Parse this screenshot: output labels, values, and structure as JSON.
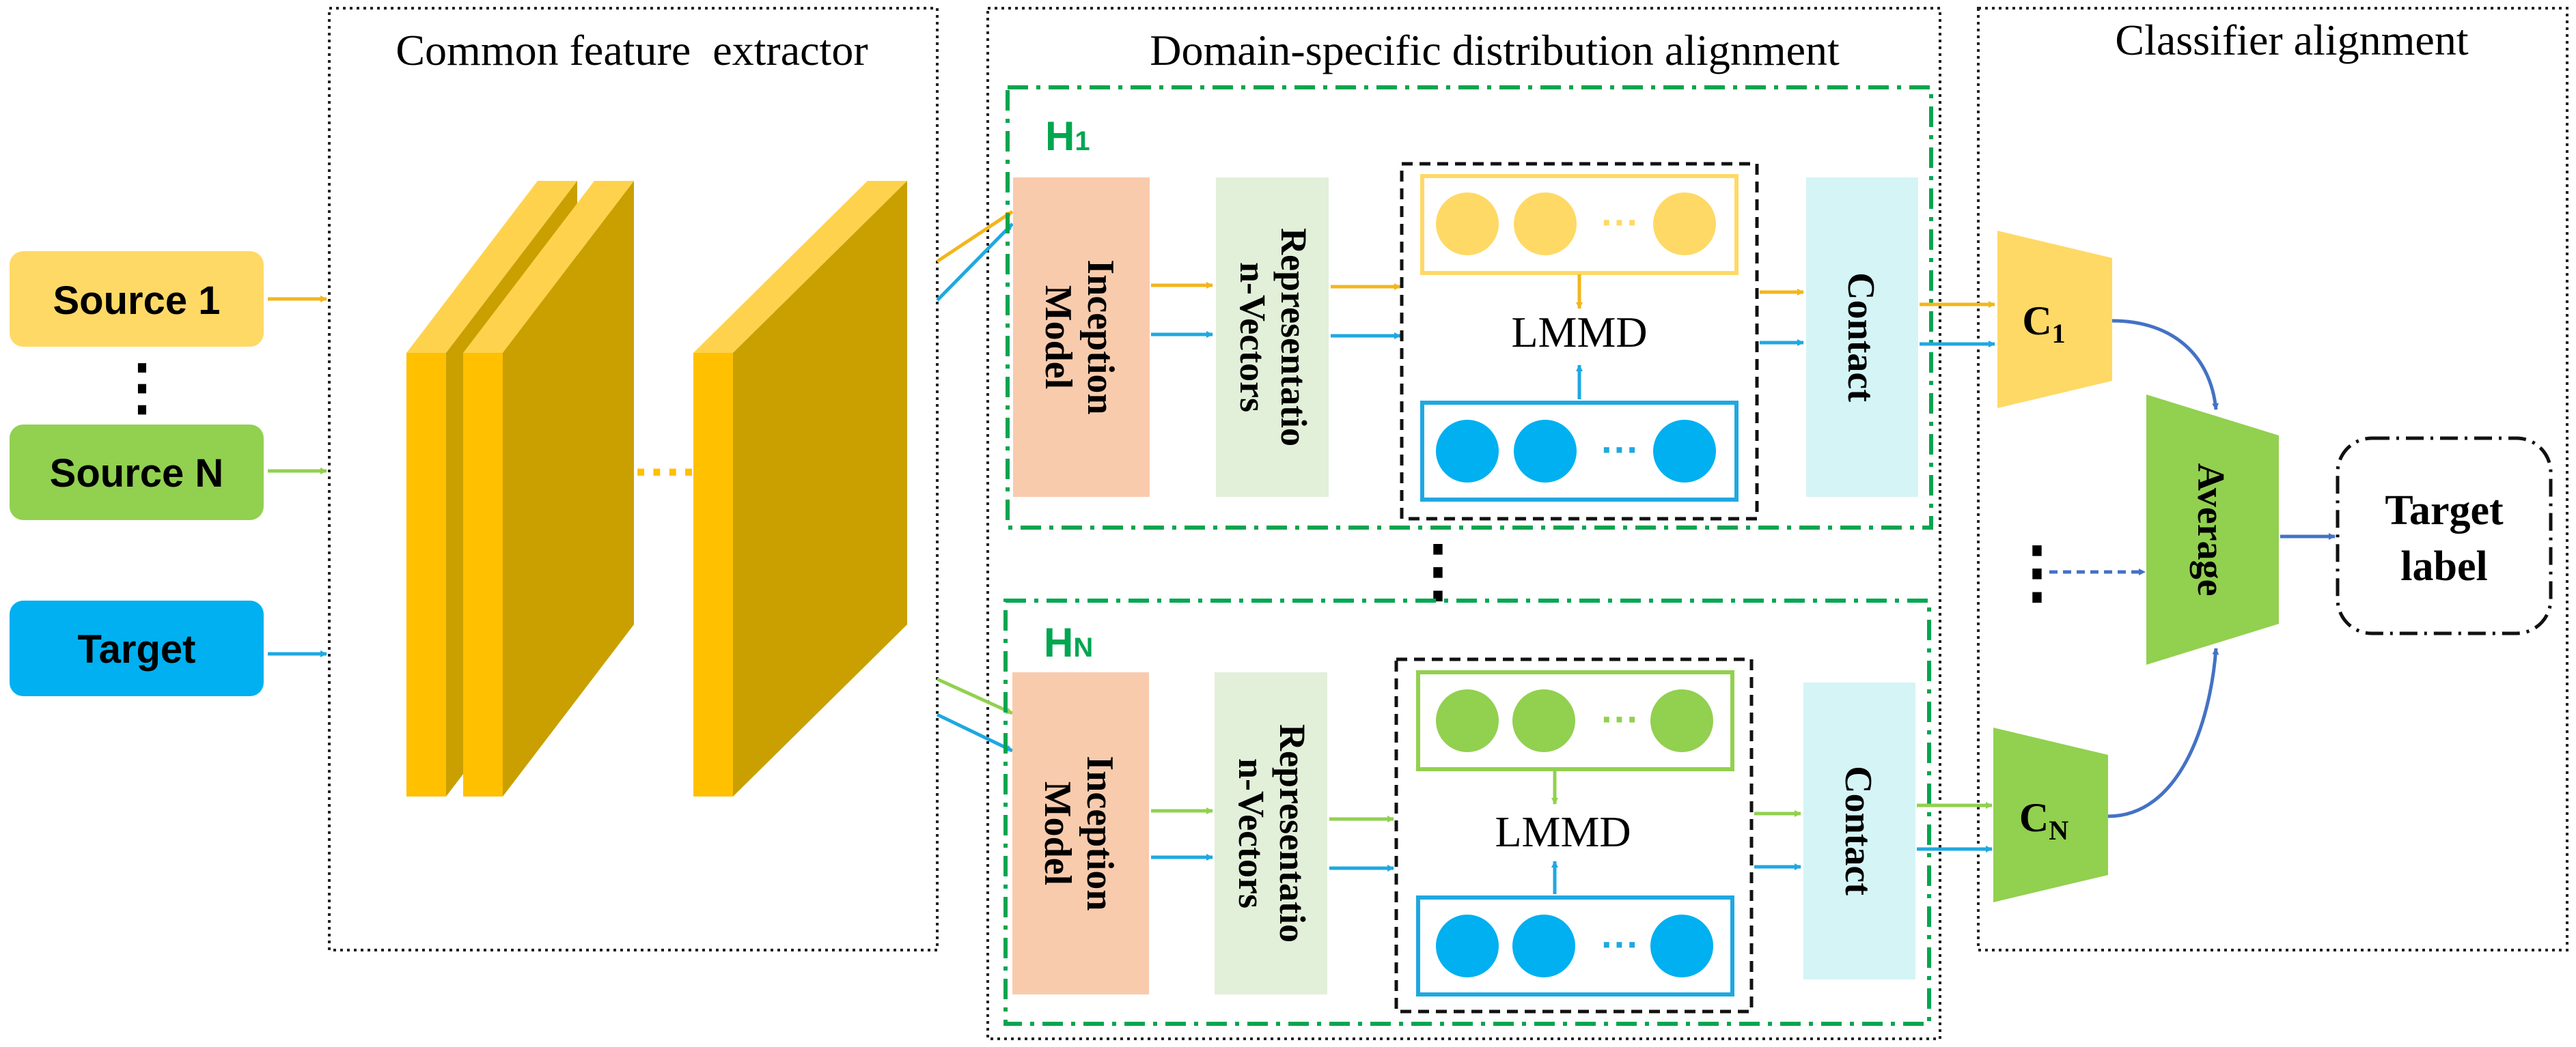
{
  "inputs": {
    "source1": "Source 1",
    "ellipsis": "⋮",
    "sourceN": "Source N",
    "target": "Target"
  },
  "panels": {
    "extractor_title": "Common feature  extractor",
    "alignment_title": "Domain-specific distribution alignment",
    "classifier_title": "Classifier alignment"
  },
  "branch1": {
    "label_main": "H",
    "label_sub": "1",
    "inception_line1": "Inception",
    "inception_line2": "Model",
    "repr_line1": "Representatio",
    "repr_line2": "n-Vectors",
    "lmmd": "LMMD",
    "contact": "Contact",
    "dots": "···"
  },
  "branchN": {
    "label_main": "H",
    "label_sub": "N",
    "inception_line1": "Inception",
    "inception_line2": "Model",
    "repr_line1": "Representatio",
    "repr_line2": "n-Vectors",
    "lmmd": "LMMD",
    "contact": "Contact",
    "dots": "···"
  },
  "between_branches": "⋮",
  "extractor_dots": "····",
  "classifiers": {
    "c1_main": "C",
    "c1_sub": "1",
    "cN_main": "C",
    "cN_sub": "N",
    "mid_dots": "⋮",
    "average": "Average",
    "target_label_line1": "Target",
    "target_label_line2": "label"
  },
  "colors": {
    "source1": "#ffd966",
    "sourceN": "#92d050",
    "target": "#00b0f0",
    "layer_front": "#ffc000",
    "layer_side": "#c9a000",
    "inception": "#f8cbad",
    "representation": "#e2efd9",
    "contact": "#d4f4f6",
    "branch_border": "#00a650",
    "arrow_blue": "#4472c4"
  }
}
